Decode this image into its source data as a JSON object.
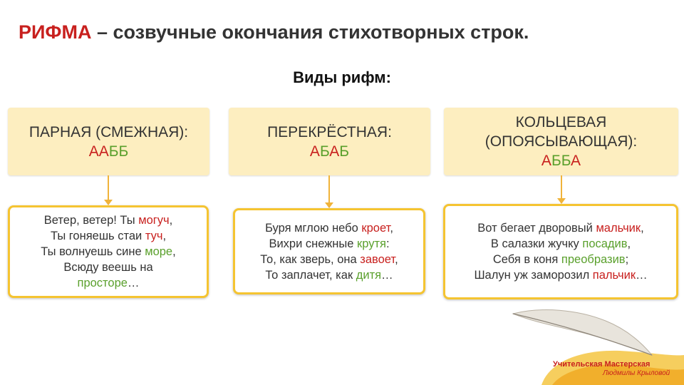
{
  "title": {
    "highlight": "РИФМА",
    "rest": " – созвучные окончания стихотворных строк."
  },
  "subtitle": "Виды рифм:",
  "rhymes": [
    {
      "name_lines": [
        "ПАРНАЯ (СМЕЖНАЯ):"
      ],
      "scheme": [
        {
          "t": "АА",
          "c": "r"
        },
        {
          "t": "ББ",
          "c": "b"
        }
      ],
      "poem": [
        [
          {
            "t": "Ветер, ветер! Ты "
          },
          {
            "t": "могуч",
            "c": "r"
          },
          {
            "t": ","
          }
        ],
        [
          {
            "t": "Ты гоняешь стаи "
          },
          {
            "t": "туч",
            "c": "r"
          },
          {
            "t": ","
          }
        ],
        [
          {
            "t": "Ты волнуешь сине "
          },
          {
            "t": "море",
            "c": "g"
          },
          {
            "t": ","
          }
        ],
        [
          {
            "t": "Всюду веешь на"
          }
        ],
        [
          {
            "t": "просторе",
            "c": "g"
          },
          {
            "t": "…"
          }
        ]
      ]
    },
    {
      "name_lines": [
        "ПЕРЕКРЁСТНАЯ:"
      ],
      "scheme": [
        {
          "t": "А",
          "c": "r"
        },
        {
          "t": "Б",
          "c": "b"
        },
        {
          "t": "А",
          "c": "r"
        },
        {
          "t": "Б",
          "c": "b"
        }
      ],
      "poem": [
        [
          {
            "t": "Буря мглою небо "
          },
          {
            "t": "кроет",
            "c": "r"
          },
          {
            "t": ","
          }
        ],
        [
          {
            "t": "Вихри снежные "
          },
          {
            "t": "крутя",
            "c": "g"
          },
          {
            "t": ":"
          }
        ],
        [
          {
            "t": "То, как зверь, она "
          },
          {
            "t": "завоет",
            "c": "r"
          },
          {
            "t": ","
          }
        ],
        [
          {
            "t": "То заплачет, как "
          },
          {
            "t": "дитя",
            "c": "g"
          },
          {
            "t": "…"
          }
        ]
      ]
    },
    {
      "name_lines": [
        "КОЛЬЦЕВАЯ",
        "(ОПОЯСЫВАЮЩАЯ):"
      ],
      "scheme": [
        {
          "t": "А",
          "c": "r"
        },
        {
          "t": "ББ",
          "c": "b"
        },
        {
          "t": "А",
          "c": "r"
        }
      ],
      "poem": [
        [
          {
            "t": "Вот бегает дворовый "
          },
          {
            "t": "мальчик",
            "c": "r"
          },
          {
            "t": ","
          }
        ],
        [
          {
            "t": "В салазки жучку "
          },
          {
            "t": "посадив",
            "c": "g"
          },
          {
            "t": ","
          }
        ],
        [
          {
            "t": "Себя в коня "
          },
          {
            "t": "преобразив",
            "c": "g"
          },
          {
            "t": ";"
          }
        ],
        [
          {
            "t": "Шалун уж заморозил "
          },
          {
            "t": "пальчик",
            "c": "r"
          },
          {
            "t": "…"
          }
        ]
      ]
    }
  ],
  "logo": {
    "name": "Учительская Мастерская",
    "signature": "Людмилы Крыловой"
  },
  "colors": {
    "accent_red": "#c8201e",
    "accent_green": "#5aa02c",
    "box_fill": "#fdeec0",
    "border_yellow": "#f5c431"
  }
}
